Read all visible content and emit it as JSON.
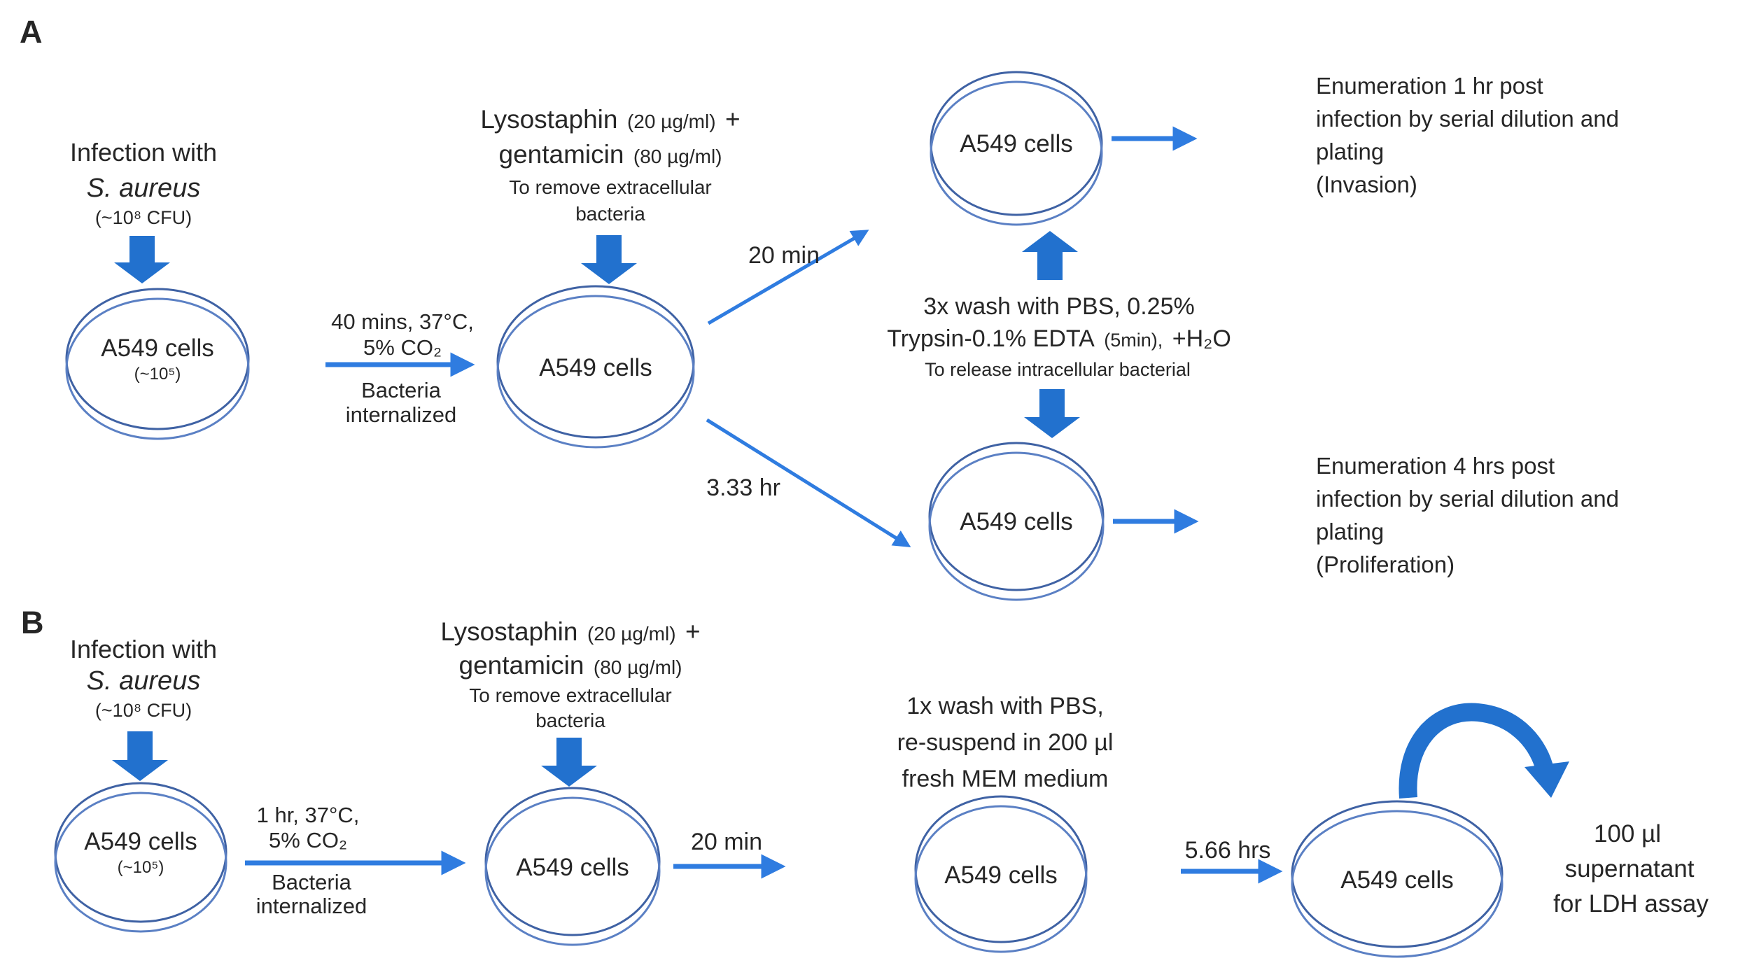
{
  "colors": {
    "block_arrow_blue": "#2271ce",
    "flow_arrow_blue": "#2f7ce0",
    "dish_stroke_dark": "#3f62a4",
    "dish_stroke_light": "#5b80c4",
    "text": "#262626"
  },
  "dish": {
    "label": "A549 cells",
    "seed_count": "(~10⁵)"
  },
  "panel_a": {
    "label": "A",
    "infection": {
      "line1": "Infection with",
      "organism": "S. aureus",
      "cfu": "(~10⁸ CFU)"
    },
    "incubation": {
      "time": "40 mins, 37°C,",
      "co2": "5% CO₂",
      "result1": "Bacteria",
      "result2": "internalized"
    },
    "treatment": {
      "drug1": "Lysostaphin",
      "dose1": "(20 µg/ml)",
      "plus": "+",
      "drug2": "gentamicin",
      "dose2": "(80 µg/ml)",
      "purpose1": "To remove extracellular",
      "purpose2": "bacteria"
    },
    "branch_invasion_time": "20 min",
    "branch_proliferation_time": "3.33 hr",
    "wash": {
      "line1": "3x wash with PBS, 0.25%",
      "line2_main": "Trypsin-0.1% EDTA",
      "line2_small": "(5min),",
      "line2_end": "+H₂O",
      "purpose": "To release intracellular bacterial"
    },
    "enumeration_invasion": {
      "line1": "Enumeration 1 hr post",
      "line2": "infection by serial dilution and",
      "line3": "plating",
      "line4": "(Invasion)"
    },
    "enumeration_proliferation": {
      "line1": "Enumeration 4 hrs post",
      "line2": "infection by serial dilution and",
      "line3": "plating",
      "line4": "(Proliferation)"
    }
  },
  "panel_b": {
    "label": "B",
    "infection": {
      "line1": "Infection with",
      "organism": "S. aureus",
      "cfu": "(~10⁸ CFU)"
    },
    "incubation": {
      "time": "1 hr, 37°C,",
      "co2": "5% CO₂",
      "result1": "Bacteria",
      "result2": "internalized"
    },
    "treatment": {
      "drug1": "Lysostaphin",
      "dose1": "(20 µg/ml)",
      "plus": "+",
      "drug2": "gentamicin",
      "dose2": "(80 µg/ml)",
      "purpose1": "To remove extracellular",
      "purpose2": "bacteria"
    },
    "step_20min": "20 min",
    "wash": {
      "line1": "1x wash with PBS,",
      "line2": "re-suspend in 200 µl",
      "line3": "fresh MEM medium"
    },
    "step_566": "5.66 hrs",
    "ldh": {
      "line1": "100 µl",
      "line2": "supernatant",
      "line3": "for LDH assay"
    }
  }
}
